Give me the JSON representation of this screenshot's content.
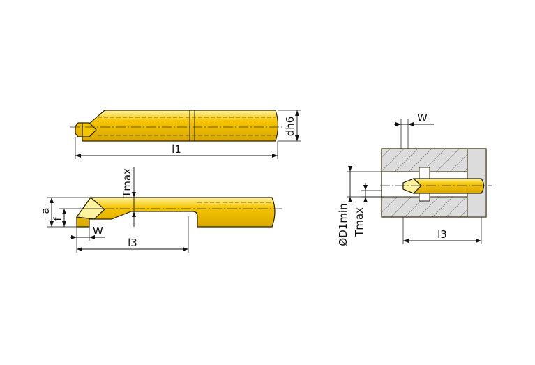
{
  "colors": {
    "tool_fill": "#f5c400",
    "tool_highlight": "#fff3a0",
    "tool_shadow": "#d9a800",
    "block_fill": "#dcdcdc",
    "hatch": "#555555",
    "line": "#111111"
  },
  "labels": {
    "top_view": {
      "shank_diameter": "dh6",
      "total_length": "l1"
    },
    "side_view": {
      "depth": "Tmax",
      "height_a": "a",
      "height_f": "f",
      "width": "W",
      "length": "l3"
    },
    "section_view": {
      "width": "W",
      "bore_diameter": "ØD1min",
      "depth": "Tmax",
      "length": "l3"
    }
  }
}
